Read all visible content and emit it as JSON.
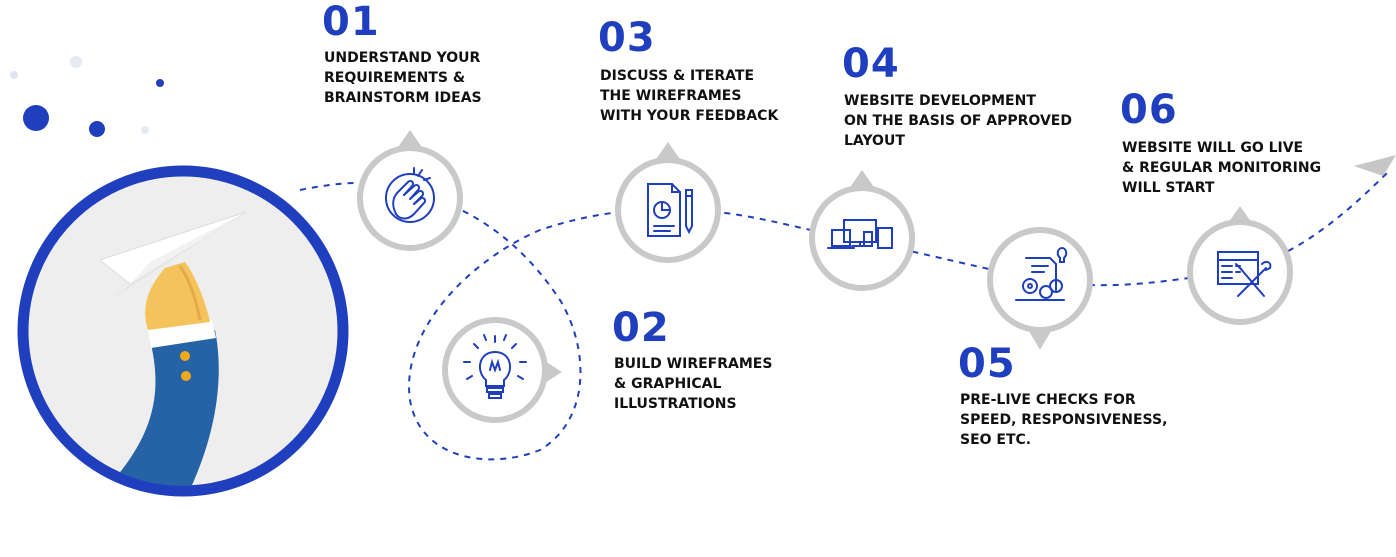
{
  "steps": [
    {
      "number": "01",
      "lines": [
        "UNDERSTAND YOUR",
        "REQUIREMENTS &",
        "BRAINSTORM IDEAS"
      ],
      "icon": "hand-click-icon"
    },
    {
      "number": "02",
      "lines": [
        "BUILD WIREFRAMES",
        "& GRAPHICAL",
        "ILLUSTRATIONS"
      ],
      "icon": "lightbulb-icon"
    },
    {
      "number": "03",
      "lines": [
        "DISCUSS & ITERATE",
        "THE WIREFRAMES",
        "WITH YOUR FEEDBACK"
      ],
      "icon": "document-chart-icon"
    },
    {
      "number": "04",
      "lines": [
        "WEBSITE DEVELOPMENT",
        "ON THE BASIS OF APPROVED",
        "LAYOUT"
      ],
      "icon": "multi-device-icon"
    },
    {
      "number": "05",
      "lines": [
        "PRE-LIVE CHECKS FOR",
        "SPEED, RESPONSIVENESS,",
        "SEO ETC."
      ],
      "icon": "gears-check-icon"
    },
    {
      "number": "06",
      "lines": [
        "WEBSITE WILL GO LIVE",
        "& REGULAR MONITORING",
        "WILL START"
      ],
      "icon": "server-tools-icon"
    }
  ],
  "colors": {
    "accent": "#1f3fbf",
    "ring": "#c9c9c9",
    "text": "#111111",
    "hero_bg": "#eeeeef",
    "sleeve": "#2563a6",
    "skin": "#f5c35b",
    "button": "#f2a81d"
  },
  "illustration": "hand-holding-paper-plane"
}
